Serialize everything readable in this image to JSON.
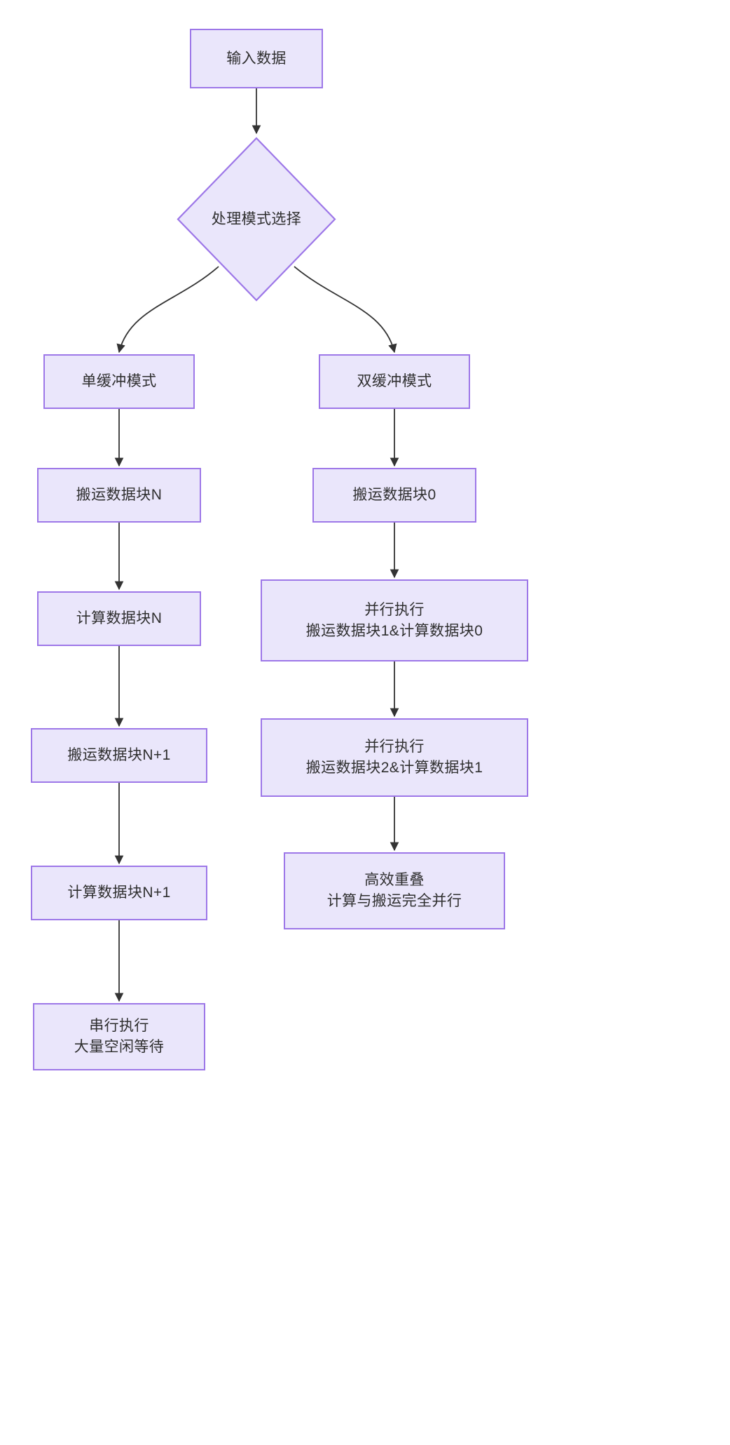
{
  "diagram": {
    "type": "flowchart",
    "orientation": "top-down",
    "theme": {
      "node_fill": "#eae6fb",
      "node_border": "#9d77e8",
      "node_text": "#2f2f2f",
      "edge_color": "#333333",
      "background": "#ffffff"
    },
    "nodes": [
      {
        "id": "input",
        "label": "输入数据",
        "shape": "rect"
      },
      {
        "id": "mode",
        "label": "处理模式选择",
        "shape": "diamond"
      },
      {
        "id": "single",
        "label": "单缓冲模式",
        "shape": "rect"
      },
      {
        "id": "double",
        "label": "双缓冲模式",
        "shape": "rect"
      },
      {
        "id": "s_move_n",
        "label": "搬运数据块N",
        "shape": "rect"
      },
      {
        "id": "s_calc_n",
        "label": "计算数据块N",
        "shape": "rect"
      },
      {
        "id": "s_move_n1",
        "label": "搬运数据块N+1",
        "shape": "rect"
      },
      {
        "id": "s_calc_n1",
        "label": "计算数据块N+1",
        "shape": "rect"
      },
      {
        "id": "serial",
        "label": "串行执行\n大量空闲等待",
        "shape": "rect"
      },
      {
        "id": "d_move_0",
        "label": "搬运数据块0",
        "shape": "rect"
      },
      {
        "id": "d_par_1",
        "label": "并行执行\n搬运数据块1&计算数据块0",
        "shape": "rect"
      },
      {
        "id": "d_par_2",
        "label": "并行执行\n搬运数据块2&计算数据块1",
        "shape": "rect"
      },
      {
        "id": "overlap",
        "label": "高效重叠\n计算与搬运完全并行",
        "shape": "rect"
      }
    ],
    "edges": [
      {
        "from": "input",
        "to": "mode",
        "label": ""
      },
      {
        "from": "mode",
        "to": "single",
        "label": ""
      },
      {
        "from": "mode",
        "to": "double",
        "label": ""
      },
      {
        "from": "single",
        "to": "s_move_n",
        "label": ""
      },
      {
        "from": "s_move_n",
        "to": "s_calc_n",
        "label": ""
      },
      {
        "from": "s_calc_n",
        "to": "s_move_n1",
        "label": ""
      },
      {
        "from": "s_move_n1",
        "to": "s_calc_n1",
        "label": ""
      },
      {
        "from": "s_calc_n1",
        "to": "serial",
        "label": ""
      },
      {
        "from": "double",
        "to": "d_move_0",
        "label": ""
      },
      {
        "from": "d_move_0",
        "to": "d_par_1",
        "label": ""
      },
      {
        "from": "d_par_1",
        "to": "d_par_2",
        "label": ""
      },
      {
        "from": "d_par_2",
        "to": "overlap",
        "label": ""
      }
    ]
  }
}
